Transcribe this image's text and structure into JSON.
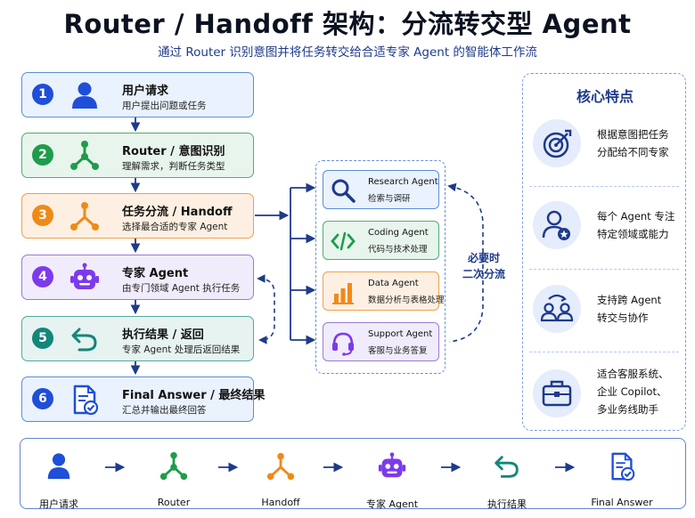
{
  "title": "Router / Handoff 架构：分流转交型 Agent",
  "subtitle": "通过 Router 识别意图并将任务转交给合适专家 Agent 的智能体工作流",
  "steps": [
    {
      "num": "1",
      "title": "用户请求",
      "desc": "用户提出问题或任务",
      "icon": "user-icon",
      "color": "#1f4fd8"
    },
    {
      "num": "2",
      "title": "Router / 意图识别",
      "desc": "理解需求，判断任务类型",
      "icon": "router-branch-icon",
      "color": "#1e9c4a"
    },
    {
      "num": "3",
      "title": "任务分流 / Handoff",
      "desc": "选择最合适的专家 Agent",
      "icon": "handoff-split-icon",
      "color": "#ef8a18"
    },
    {
      "num": "4",
      "title": "专家 Agent",
      "desc": "由专门领域 Agent 执行任务",
      "icon": "robot-icon",
      "color": "#7c3aed"
    },
    {
      "num": "5",
      "title": "执行结果 / 返回",
      "desc": "专家 Agent 处理后返回结果",
      "icon": "return-arrow-icon",
      "color": "#14867a"
    },
    {
      "num": "6",
      "title": "Final Answer / 最终结果",
      "desc": "汇总并输出最终回答",
      "icon": "document-check-icon",
      "color": "#1f4fd8"
    }
  ],
  "agents": [
    {
      "name": "Research Agent",
      "desc": "检索与调研",
      "icon": "search-icon"
    },
    {
      "name": "Coding Agent",
      "desc": "代码与技术处理",
      "icon": "code-icon"
    },
    {
      "name": "Data Agent",
      "desc": "数据分析与表格处理",
      "icon": "bar-chart-icon"
    },
    {
      "name": "Support Agent",
      "desc": "客服与业务答复",
      "icon": "headset-icon"
    }
  ],
  "secondary": {
    "line1": "必要时",
    "line2": "二次分流"
  },
  "features": {
    "heading": "核心特点",
    "items": [
      {
        "line1": "根据意图把任务",
        "line2": "分配给不同专家",
        "line3": "",
        "icon": "target-icon"
      },
      {
        "line1": "每个 Agent 专注",
        "line2": "特定领域或能力",
        "line3": "",
        "icon": "expert-user-icon"
      },
      {
        "line1": "支持跨 Agent",
        "line2": "转交与协作",
        "line3": "",
        "icon": "handover-users-icon"
      },
      {
        "line1": "适合客服系统、",
        "line2": "企业 Copilot、",
        "line3": "多业务线助手",
        "icon": "briefcase-icon"
      }
    ]
  },
  "flow": [
    "用户请求",
    "Router",
    "Handoff",
    "专家 Agent",
    "执行结果",
    "Final Answer"
  ]
}
